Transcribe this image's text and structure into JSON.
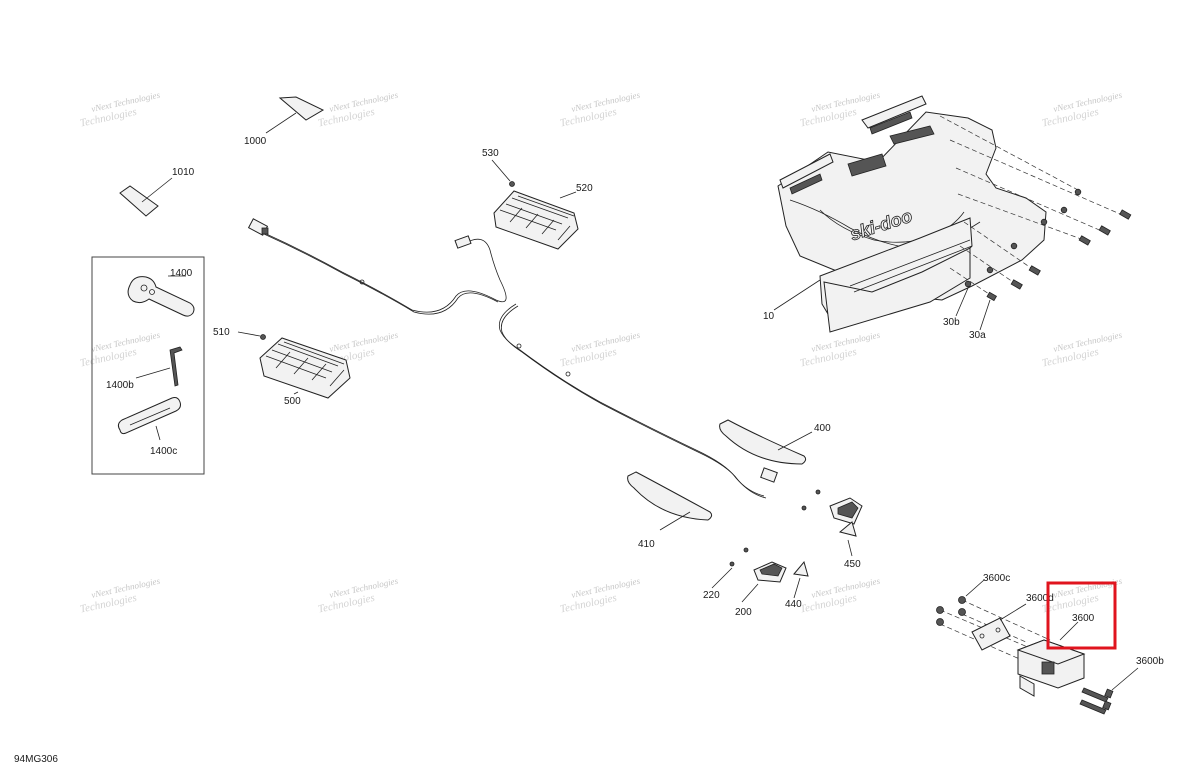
{
  "diagram_ref": "94MG306",
  "watermark": {
    "line1": "vNext",
    "line2": "Technologies",
    "inline": "vNext Technologies"
  },
  "hood_logo": "ski-doo",
  "parts": [
    {
      "id": "p1000",
      "label": "1000"
    },
    {
      "id": "p1010",
      "label": "1010"
    },
    {
      "id": "p530",
      "label": "530"
    },
    {
      "id": "p520",
      "label": "520"
    },
    {
      "id": "p1400",
      "label": "1400"
    },
    {
      "id": "p1400b",
      "label": "1400b"
    },
    {
      "id": "p1400c",
      "label": "1400c"
    },
    {
      "id": "p510",
      "label": "510"
    },
    {
      "id": "p500",
      "label": "500"
    },
    {
      "id": "p10",
      "label": "10"
    },
    {
      "id": "p30b",
      "label": "30b"
    },
    {
      "id": "p30a",
      "label": "30a"
    },
    {
      "id": "p400",
      "label": "400"
    },
    {
      "id": "p410",
      "label": "410"
    },
    {
      "id": "p450",
      "label": "450"
    },
    {
      "id": "p220",
      "label": "220"
    },
    {
      "id": "p200",
      "label": "200"
    },
    {
      "id": "p440",
      "label": "440"
    },
    {
      "id": "p3600c",
      "label": "3600c"
    },
    {
      "id": "p3600d",
      "label": "3600d"
    },
    {
      "id": "p3600",
      "label": "3600"
    },
    {
      "id": "p3600b",
      "label": "3600b"
    }
  ],
  "highlight_color": "#e0141e"
}
